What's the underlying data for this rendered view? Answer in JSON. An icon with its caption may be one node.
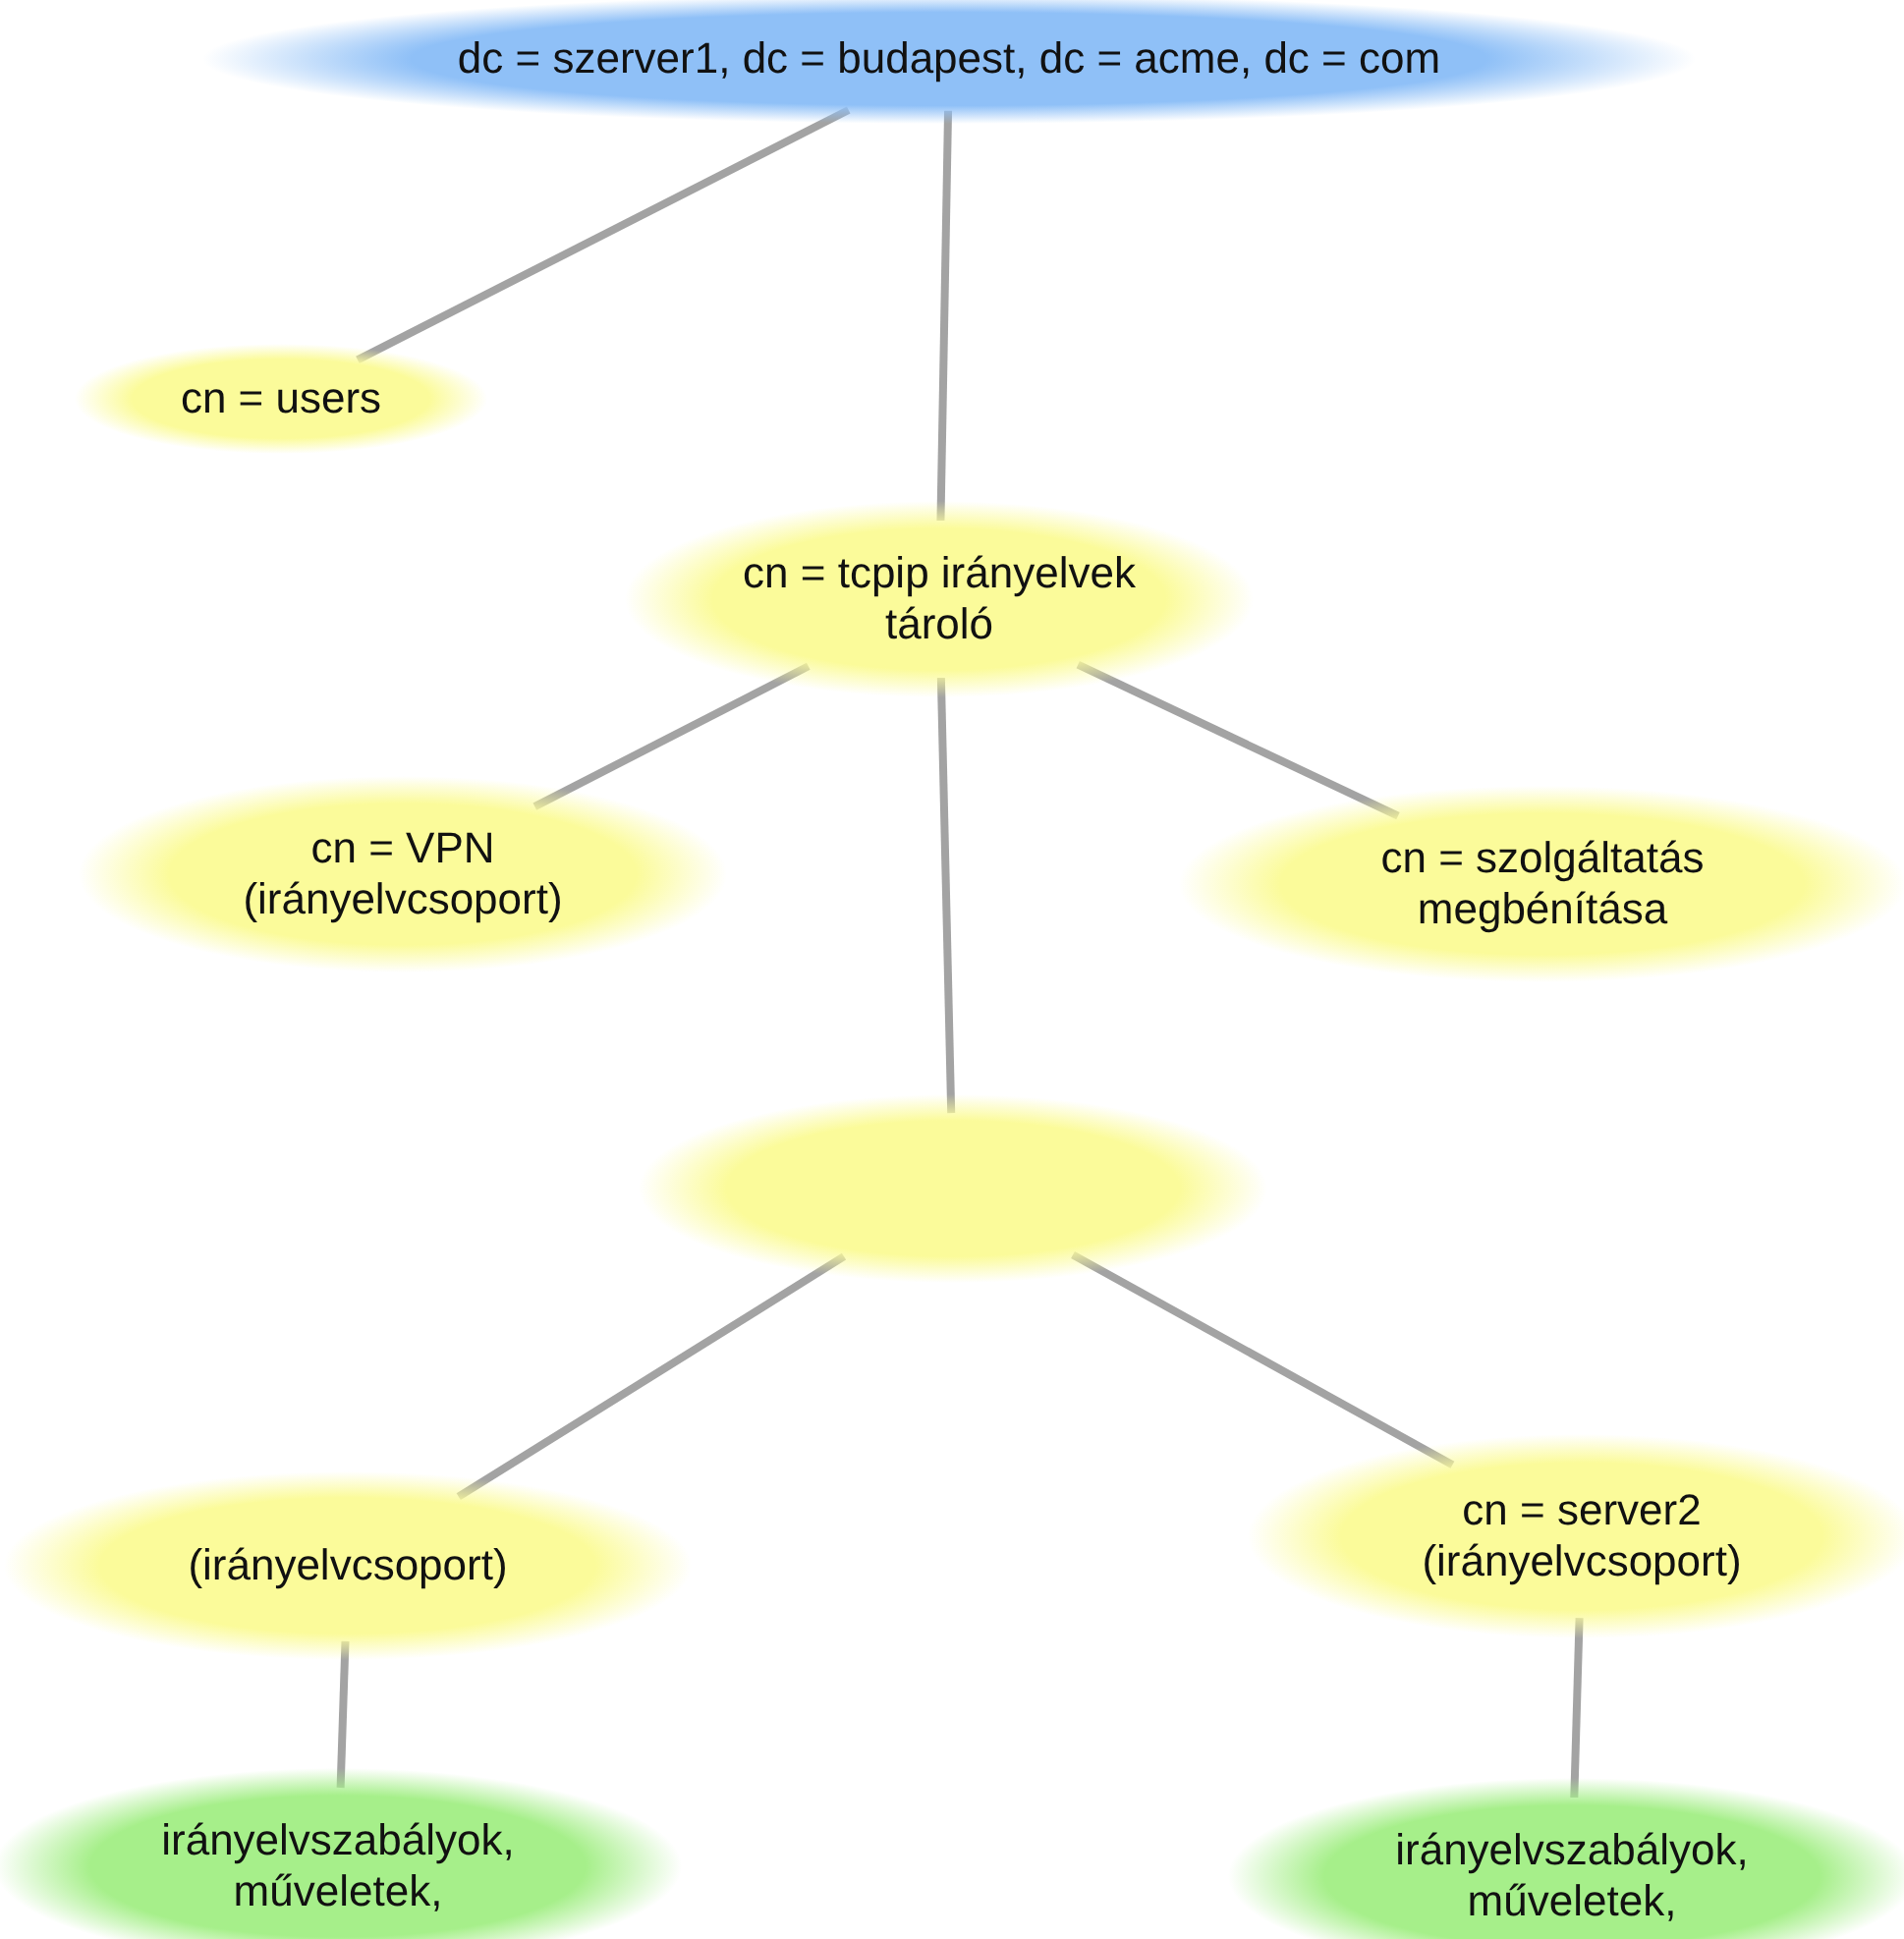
{
  "diagram": {
    "nodes": [
      {
        "text": [
          "dc = szerver1, dc = budapest, dc = acme, dc = com"
        ]
      },
      {
        "text": [
          "cn = users"
        ]
      },
      {
        "text": [
          "cn = tcpip irányelvek tároló"
        ]
      },
      {
        "text": [
          "cn = VPN (irányelvcsoport)"
        ]
      },
      {
        "text": [
          "cn = szolgáltatás megbénítása"
        ]
      },
      {
        "text": [],
        "shape": "circle"
      },
      {
        "text": [
          "(irányelvcsoport)"
        ]
      },
      {
        "text": [
          "cn = server2 (irányelvcsoport)"
        ]
      },
      {
        "text": [
          "irányelvszabályok, műveletek,"
        ]
      },
      {
        "text": [
          "irányelvszabályok, műveletek,"
        ]
      }
    ],
    "edges": [
      {
        "from": 0,
        "to": 1,
        "arrow": "none"
      },
      {
        "from": 0,
        "to": 2,
        "arrow": "none"
      },
      {
        "from": 2,
        "to": 3,
        "arrow": "none"
      },
      {
        "from": 2,
        "to": 4,
        "arrow": "none"
      },
      {
        "from": 2,
        "to": 5,
        "arrow": "none"
      },
      {
        "from": 5,
        "to": 6,
        "arrow": "none"
      },
      {
        "from": 5,
        "to": 7,
        "arrow": "none"
      },
      {
        "from": 6,
        "to": 8,
        "arrow": "none"
      },
      {
        "from": 7,
        "to": 9,
        "arrow": "none"
      }
    ]
  }
}
